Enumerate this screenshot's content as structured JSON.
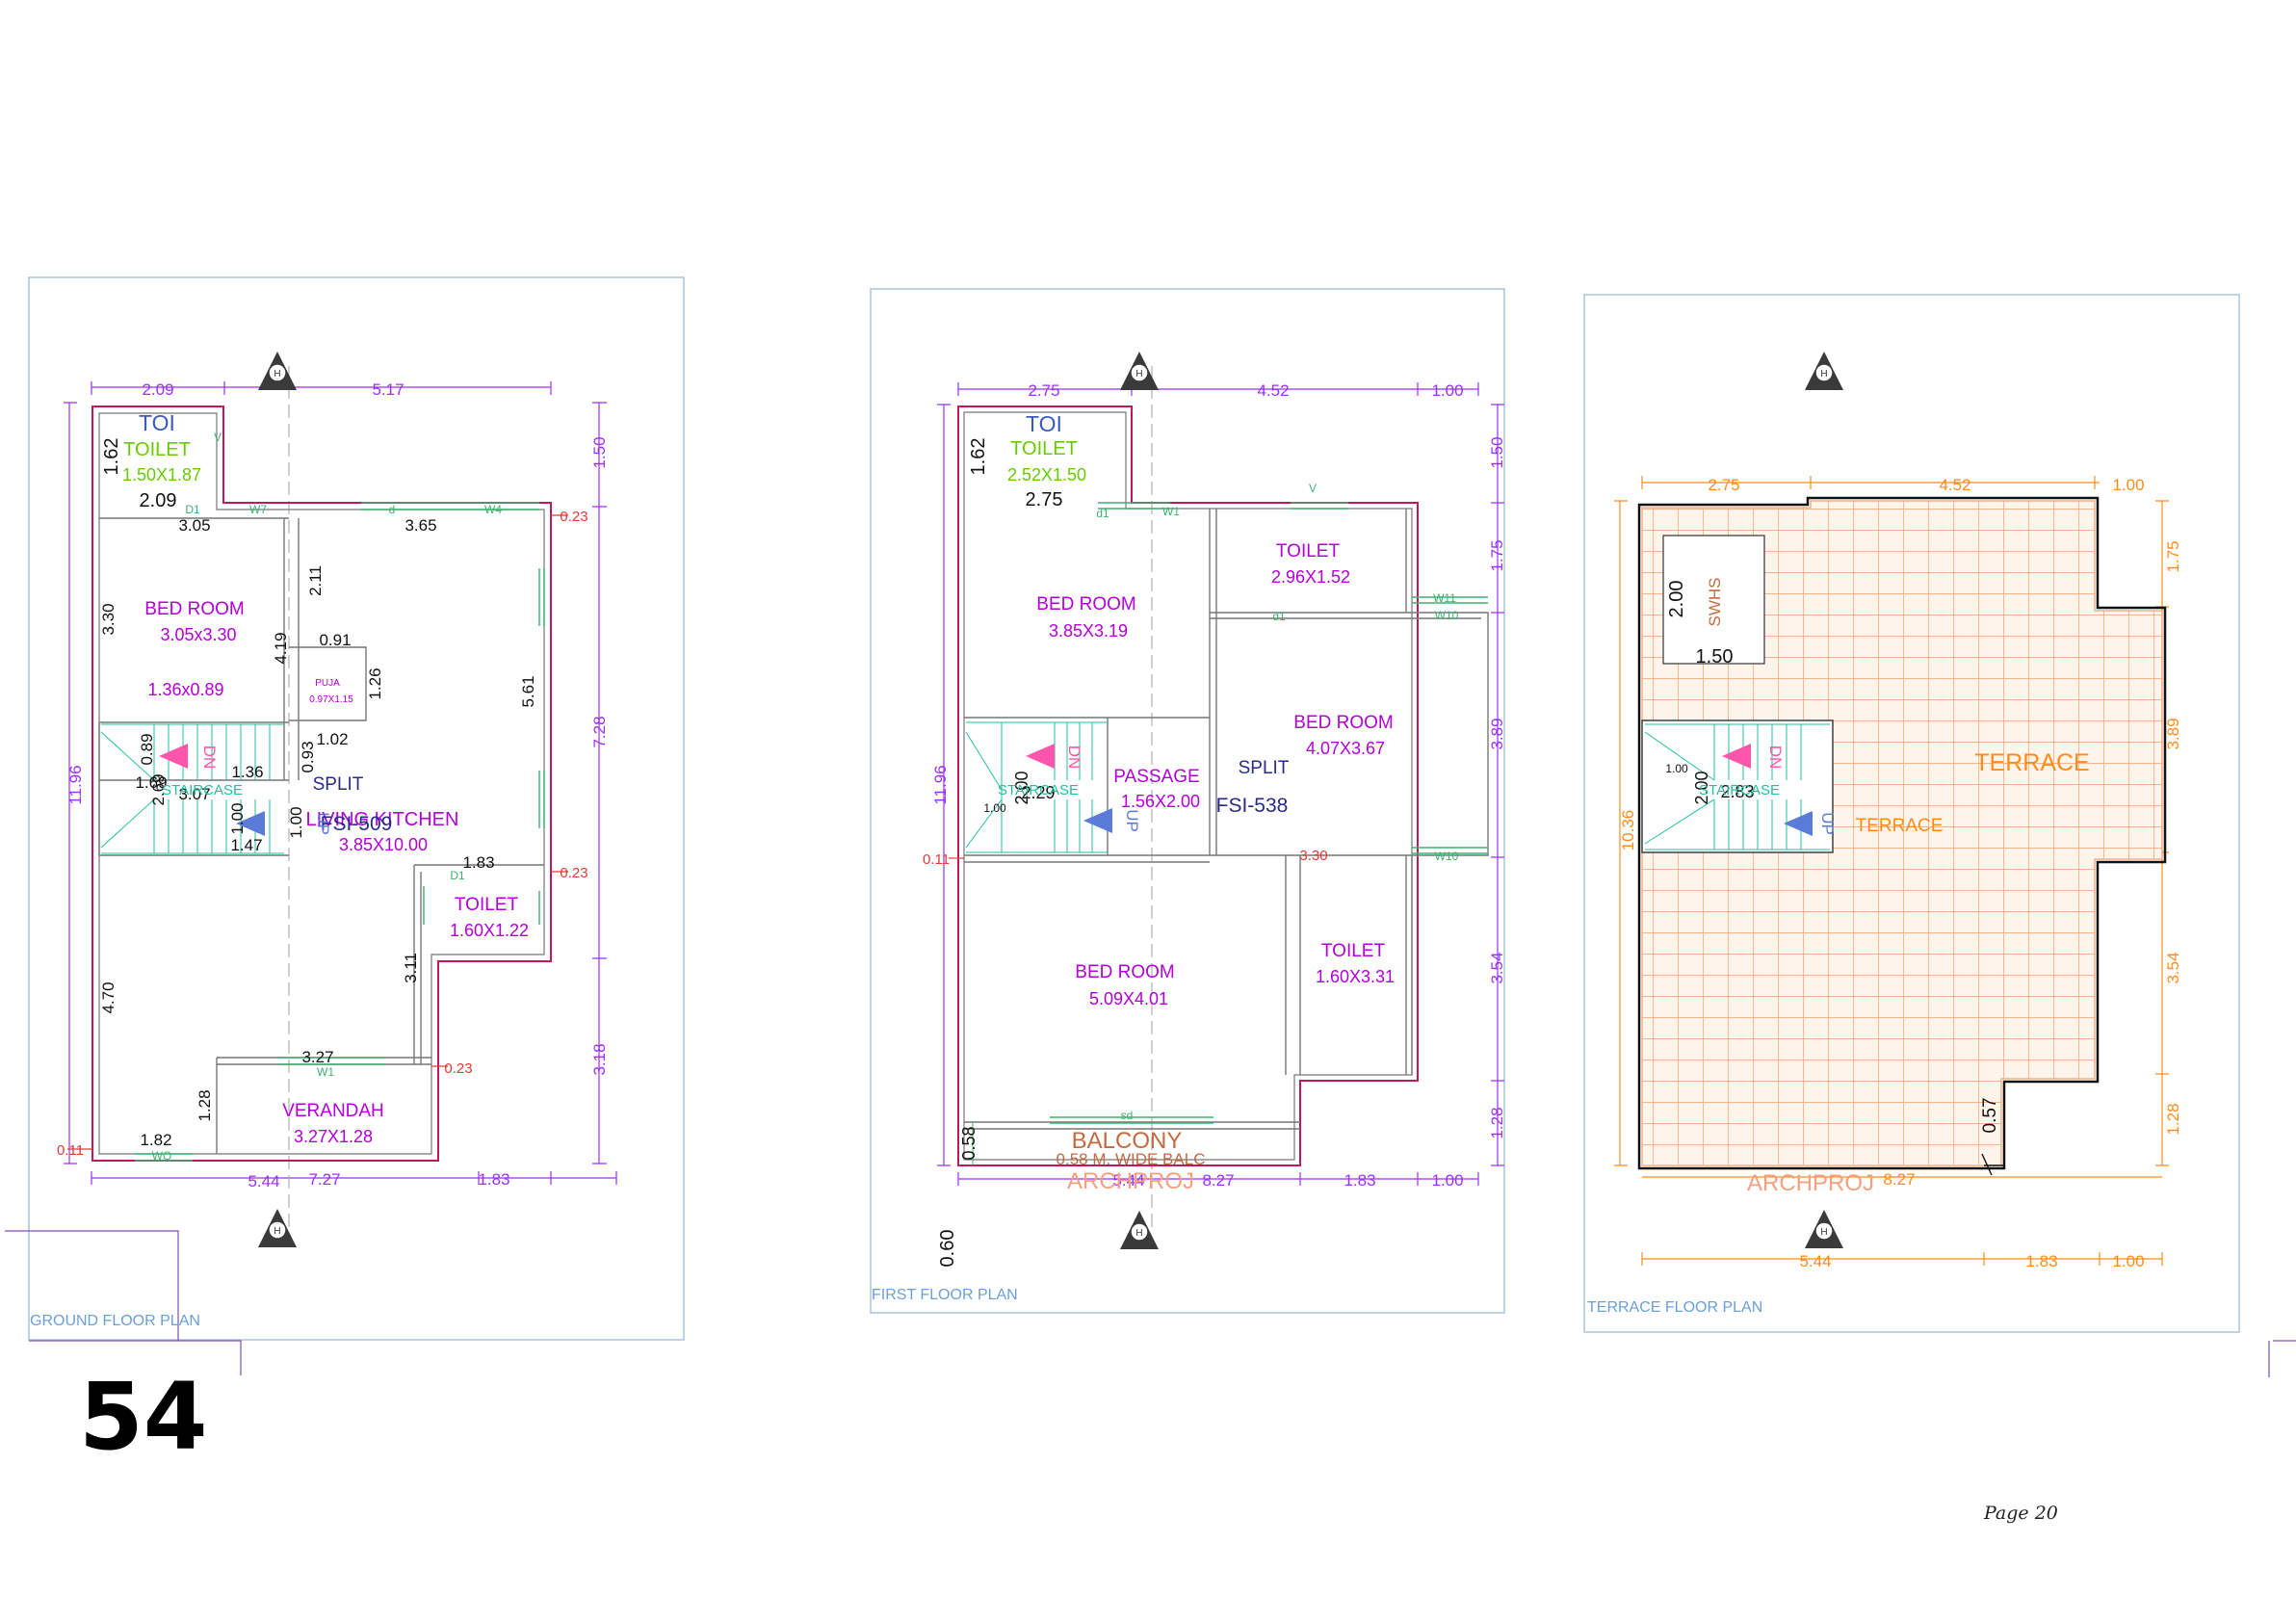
{
  "page": {
    "number": "54",
    "footer": "Page 20"
  },
  "ground": {
    "caption": "GROUND FLOOR PLAN",
    "rooms": {
      "toi": "TOI",
      "toilet_a": "TOILET",
      "toilet_a_size": "1.50X1.87",
      "bed": "BED ROOM",
      "bed_size": "3.05x3.30",
      "stair_size": "1.36x0.89",
      "puja": "PUJA",
      "puja_size": "0.97X1.15",
      "living": "LIVING KITCHEN",
      "living_size": "3.85X10.00",
      "toilet_b": "TOILET",
      "toilet_b_size": "1.60X1.22",
      "verandah": "VERANDAH",
      "verandah_size": "3.27X1.28",
      "split": "SPLIT",
      "fsi": "FSI-509",
      "dn": "DN",
      "up": "UP",
      "staircase": "STAIRCASE"
    },
    "dims": {
      "top_a": "2.09",
      "top_b": "5.17",
      "toi_w": "2.09",
      "toi_h": "1.62",
      "r1": "3.05",
      "r2": "3.65",
      "r3": "3.30",
      "r4": "2.11",
      "r5": "4.19",
      "r6": "0.91",
      "r7": "1.26",
      "r8": "1.02",
      "r9": "0.93",
      "r10": "1.36",
      "r11": "0.89",
      "r12": "1.69",
      "r13": "2.69",
      "r14": "3.07",
      "r15": "1.00",
      "r16": "1.47",
      "r17": "1.00",
      "r18": "5.61",
      "r19": "1.83",
      "r20": "3.11",
      "r21": "4.70",
      "r22": "3.27",
      "r23": "1.28",
      "r24": "1.82",
      "right_a": "1.50",
      "right_b": "7.28",
      "right_c": "3.18",
      "left_total": "11.96",
      "bot_a": "5.44",
      "bot_b": "7.27",
      "bot_c": "1.83",
      "red_a": "0.23",
      "red_b": "0.23",
      "red_c": "0.23",
      "red_d": "0.11"
    },
    "tags": {
      "d1": "D1",
      "d": "d",
      "w7": "W7",
      "w4": "W4",
      "w1": "W1",
      "wo": "WO",
      "v": "V"
    }
  },
  "first": {
    "caption": "FIRST FLOOR PLAN",
    "rooms": {
      "toi": "TOI",
      "toilet_a": "TOILET",
      "toilet_a_size": "2.52X1.50",
      "bed1": "BED ROOM",
      "bed1_size": "3.85X3.19",
      "toilet_b": "TOILET",
      "toilet_b_size": "2.96X1.52",
      "bed2": "BED ROOM",
      "bed2_size": "4.07X3.67",
      "passage": "PASSAGE",
      "passage_size": "1.56X2.00",
      "split": "SPLIT",
      "fsi": "FSI-538",
      "bed3": "BED ROOM",
      "bed3_size": "5.09X4.01",
      "toilet_c": "TOILET",
      "toilet_c_size": "1.60X3.31",
      "balcony": "BALCONY",
      "balcony_note": "0.58 M. WIDE BALC",
      "brand": "ARCHPROJ",
      "dn": "DN",
      "up": "UP",
      "staircase": "STAIRCASE"
    },
    "dims": {
      "top_a": "2.75",
      "top_b": "4.52",
      "top_c": "1.00",
      "toi_w": "2.75",
      "toi_h": "1.62",
      "right_a": "1.50",
      "right_b": "1.75",
      "right_c": "3.89",
      "right_d": "3.54",
      "right_e": "1.28",
      "left_total": "11.96",
      "red_a": "0.11",
      "d1": "3.30",
      "s1": "1.00",
      "s2": "2.29",
      "s3": "2.00",
      "bal": "0.58",
      "bot_a": "5.44",
      "bot_b": "8.27",
      "bot_c": "1.83",
      "bot_d": "1.00",
      "bot_e": "0.60"
    },
    "tags": {
      "d1": "d1",
      "w1": "W1",
      "w10": "W10",
      "w11": "W11",
      "v": "V",
      "sd": "sd"
    }
  },
  "terrace": {
    "caption": "TERRACE FLOOR PLAN",
    "labels": {
      "swhs": "SWHS",
      "terrace_big": "TERRACE",
      "terrace_small": "TERRACE",
      "brand": "ARCHPROJ",
      "dn": "DN",
      "up": "UP",
      "staircase": "STAIRCASE"
    },
    "dims": {
      "top_a": "2.75",
      "top_b": "4.52",
      "top_c": "1.00",
      "swhs_h": "2.00",
      "swhs_w": "1.50",
      "right_a": "1.75",
      "right_b": "3.89",
      "right_c": "3.54",
      "right_d": "1.28",
      "left_total": "10.36",
      "s1": "1.00",
      "s2": "2.00",
      "s3": "2.83",
      "cut": "0.57",
      "bot_a": "8.27",
      "bot_b": "5.44",
      "bot_c": "1.83",
      "bot_d": "1.00"
    }
  },
  "marker": "H"
}
